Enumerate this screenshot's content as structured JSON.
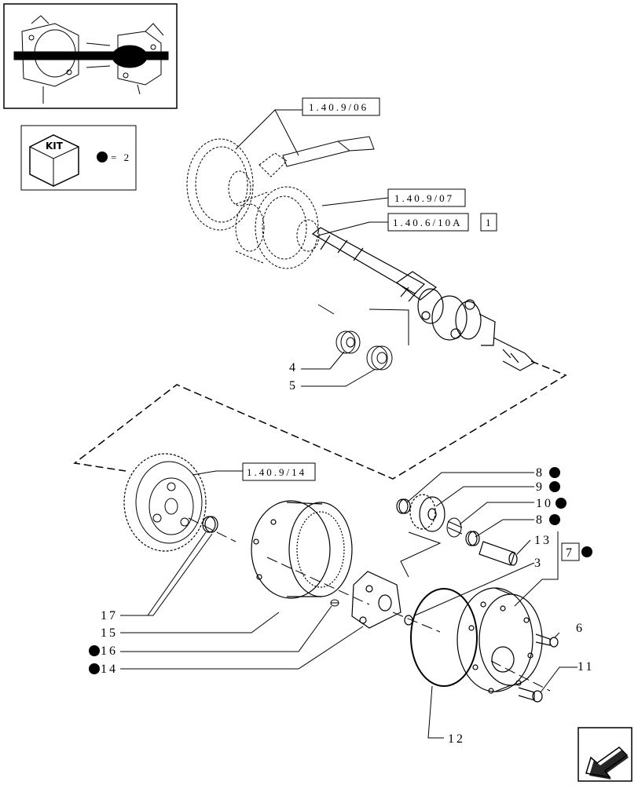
{
  "references": {
    "ref_a": "1.40.9/06",
    "ref_b": "1.40.9/07",
    "ref_c": "1.40.6/10A",
    "ref_c_box": "1",
    "ref_d": "1.40.9/14"
  },
  "kit": {
    "label": "KIT",
    "legend": "= 2"
  },
  "callouts": {
    "p4": "4",
    "p5": "5",
    "p8a": "8",
    "p9": "9",
    "p10": "10",
    "p8b": "8",
    "p13": "13",
    "p7": "7",
    "p3": "3",
    "p6": "6",
    "p11": "11",
    "p12": "12",
    "p17": "17",
    "p15": "15",
    "p16": "16",
    "p14": "14"
  },
  "colors": {
    "ink": "#000000",
    "paper": "#ffffff"
  },
  "icons": {
    "nav": "next-page-arrow-icon",
    "kit": "kit-cube-icon"
  }
}
